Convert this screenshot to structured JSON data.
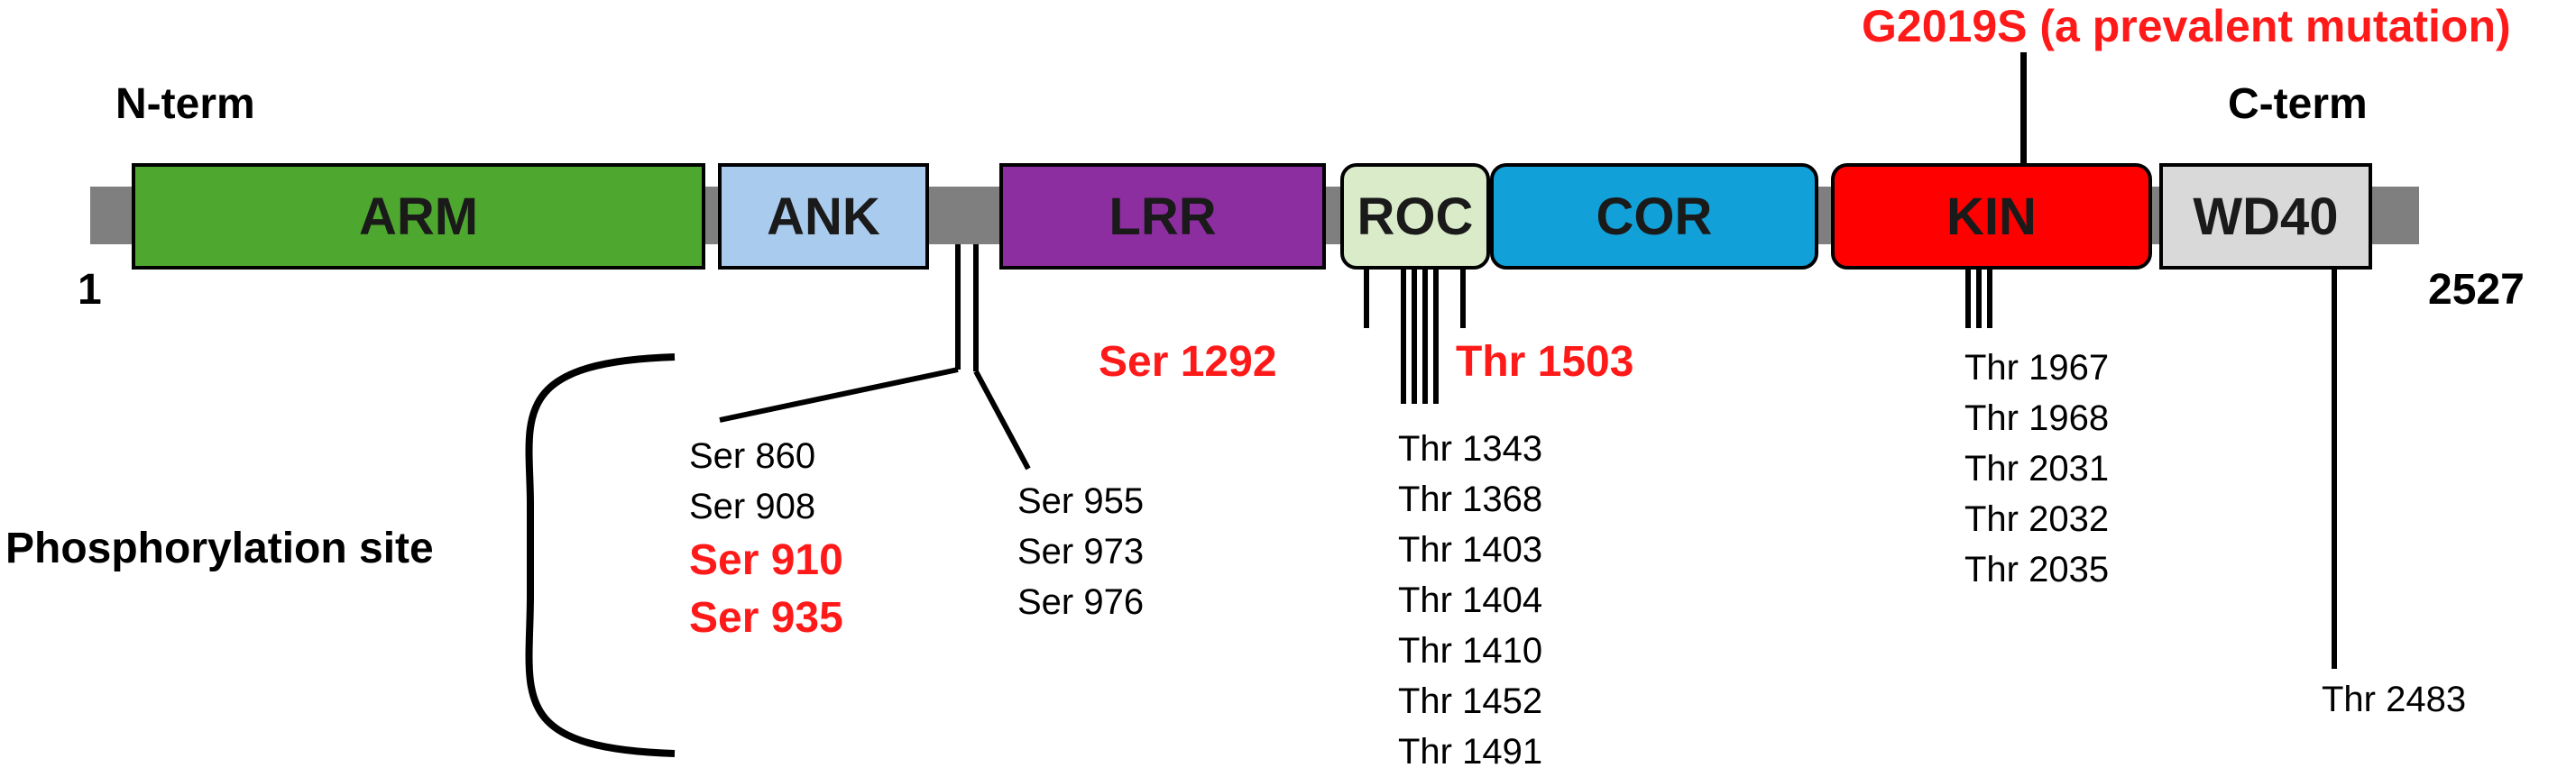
{
  "labels": {
    "n_term": "N-term",
    "c_term": "C-term",
    "start": "1",
    "end": "2527",
    "mutation": "G2019S (a prevalent mutation)",
    "phospho_site": "Phosphorylation site"
  },
  "domains": {
    "arm": "ARM",
    "ank": "ANK",
    "lrr": "LRR",
    "roc": "ROC",
    "cor": "COR",
    "kin": "KIN",
    "wd40": "WD40"
  },
  "colors": {
    "arm": "#4ea72e",
    "ank": "#a9cbee",
    "lrr": "#8c2ea0",
    "roc": "#d9ebc9",
    "cor": "#12a0d8",
    "kin": "#ff0000",
    "wd40": "#d9d9d9",
    "backbone": "#7f7f7f",
    "highlight": "#ff1a1a"
  },
  "sites": {
    "ank_lrr_group1": [
      "Ser 860",
      "Ser 908"
    ],
    "ank_lrr_group1_highlight": [
      "Ser 910",
      "Ser 935"
    ],
    "ank_lrr_group2": [
      "Ser 955",
      "Ser 973",
      "Ser 976"
    ],
    "roc_highlight_left": "Ser 1292",
    "roc_highlight_right": "Thr 1503",
    "roc": [
      "Thr 1343",
      "Thr 1368",
      "Thr 1403",
      "Thr 1404",
      "Thr 1410",
      "Thr 1452",
      "Thr 1491"
    ],
    "kin": [
      "Thr 1967",
      "Thr 1968",
      "Thr 2031",
      "Thr 2032",
      "Thr 2035"
    ],
    "wd40": "Thr 2483"
  }
}
